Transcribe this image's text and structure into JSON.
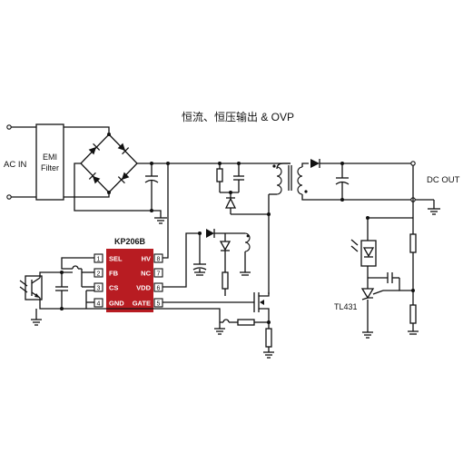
{
  "title": "恒流、恒压输出 & OVP",
  "labels": {
    "ac_in": "AC IN",
    "emi_line1": "EMI",
    "emi_line2": "Filter",
    "dc_out": "DC OUT",
    "tl431": "TL431"
  },
  "ic": {
    "name": "KP206B",
    "color": "#b81c22",
    "left_pins": [
      {
        "num": "1",
        "name": "SEL"
      },
      {
        "num": "2",
        "name": "FB"
      },
      {
        "num": "3",
        "name": "CS"
      },
      {
        "num": "4",
        "name": "GND"
      }
    ],
    "right_pins": [
      {
        "num": "8",
        "name": "HV"
      },
      {
        "num": "7",
        "name": "NC"
      },
      {
        "num": "6",
        "name": "VDD"
      },
      {
        "num": "5",
        "name": "GATE"
      }
    ]
  }
}
